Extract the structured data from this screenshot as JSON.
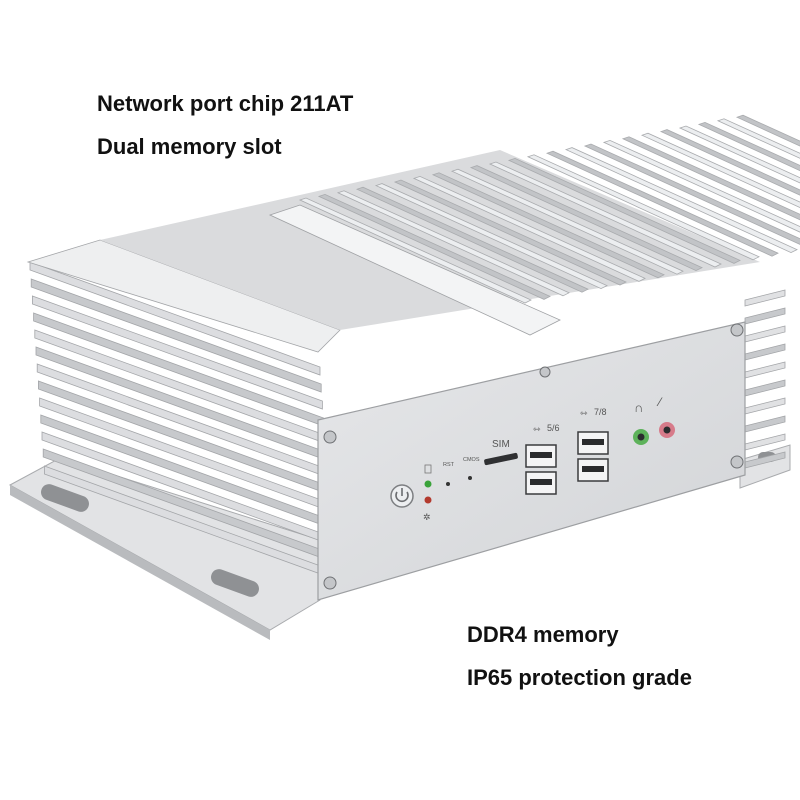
{
  "captions": {
    "line1": "Network port chip 211AT",
    "line2": "Dual memory slot",
    "line3": "DDR4 memory",
    "line4": "IP65 protection grade"
  },
  "panel_labels": {
    "rst": "RST",
    "cmos": "CMOS",
    "sim": "SIM",
    "usb_a": "5/6",
    "usb_b": "7/8"
  },
  "colors": {
    "housing": "#d9dadc",
    "housing_dark": "#a9abae",
    "audio_green": "#5db25a",
    "audio_pink": "#d77b8a",
    "led_green": "#3aa33a",
    "led_red": "#b33a2e"
  }
}
